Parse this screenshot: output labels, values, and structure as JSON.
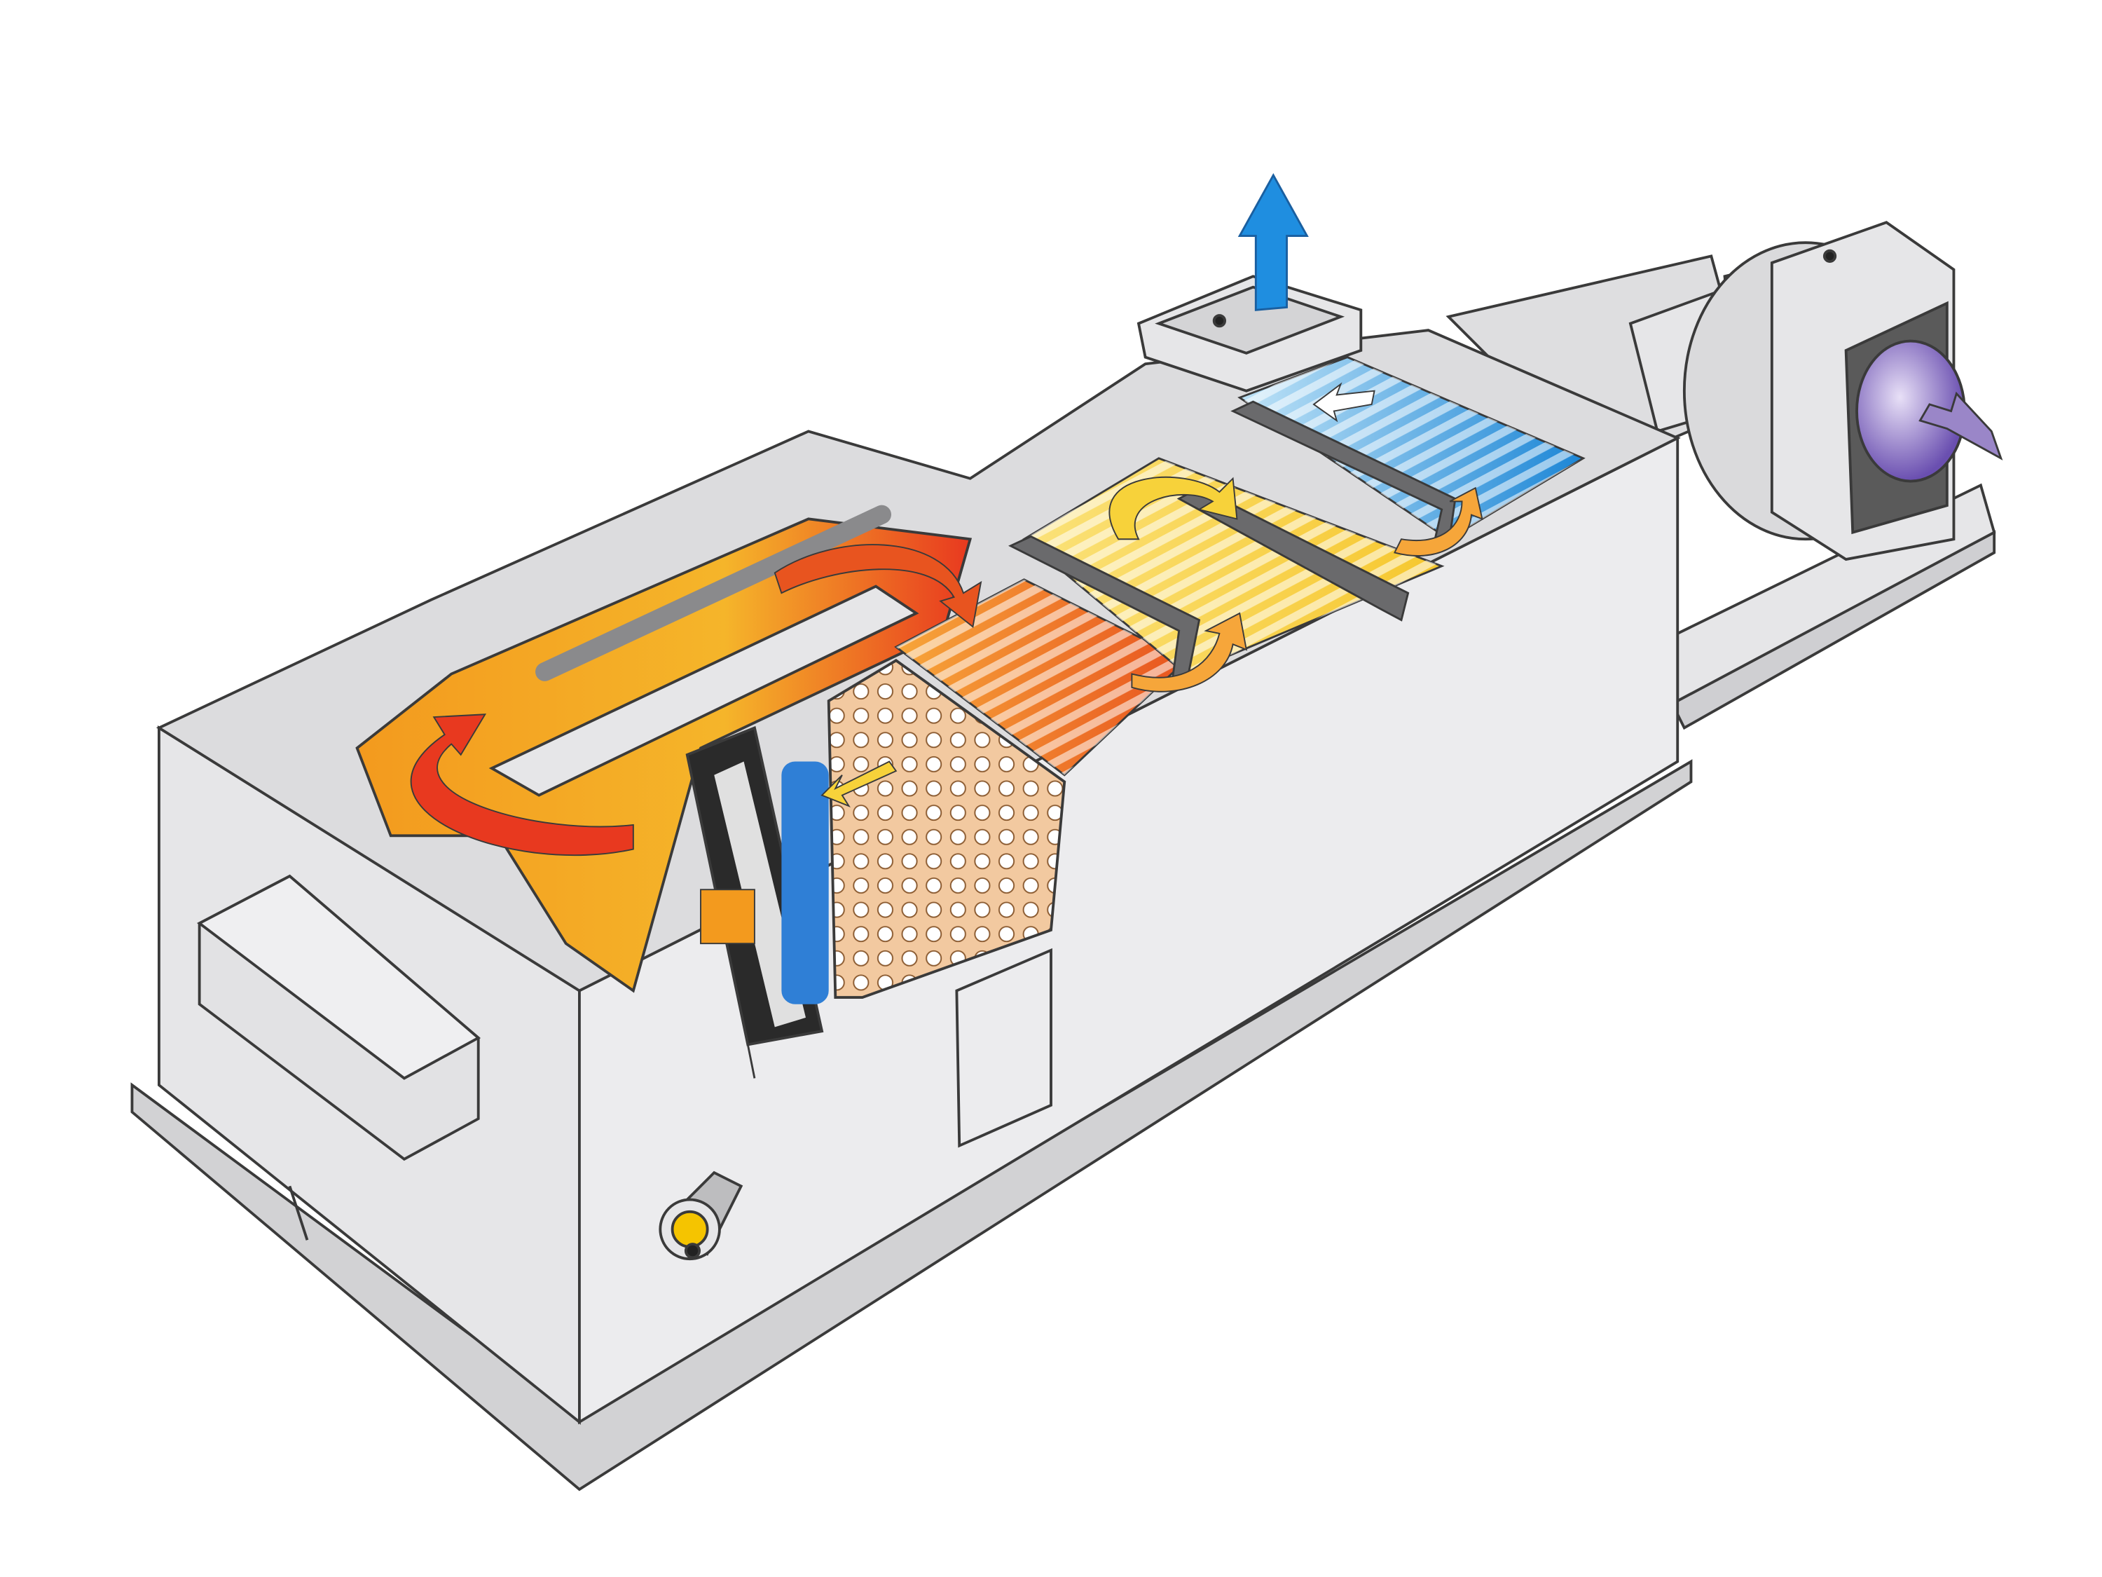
{
  "diagram": {
    "subject": "boiler-heat-exchanger-cutaway",
    "colors": {
      "housing": "#e6e6e8",
      "housing_shade": "#cfcfd2",
      "outline": "#3a3a3a",
      "hot": "#e8391f",
      "warm": "#f39a1e",
      "mid": "#f7d23a",
      "cool": "#1c86d6",
      "exhaust_arrow": "#1f8ee0",
      "inlet_arrow": "#9a86c8",
      "fan_inlet": "#6a4fb0"
    },
    "icons": [
      "exhaust-up-arrow",
      "air-inlet-arrow",
      "flow-arrow"
    ]
  }
}
